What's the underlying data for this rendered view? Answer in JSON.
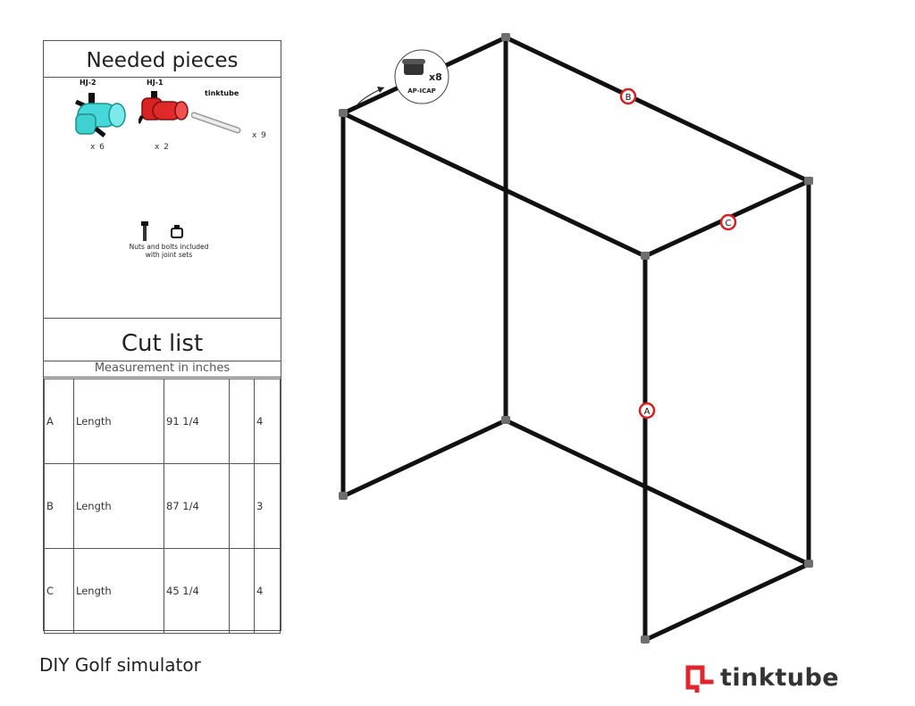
{
  "needed_pieces": {
    "title": "Needed pieces",
    "pieces": [
      {
        "label": "HJ-2",
        "qty": "x 6",
        "color": "#3fd6d6"
      },
      {
        "label": "HJ-1",
        "qty": "x 2",
        "color": "#d71f1f"
      },
      {
        "label": "tinktube",
        "qty": "x 9",
        "color": "#e0e0e0"
      }
    ],
    "nuts_note": "Nuts and bolts included with joint sets"
  },
  "cut_list": {
    "title": "Cut list",
    "measurement_note": "Measurement in inches",
    "rows": [
      {
        "id": "A",
        "type": "Length",
        "size": "91 1/4",
        "qty": "4"
      },
      {
        "id": "B",
        "type": "Length",
        "size": "87 1/4",
        "qty": "3"
      },
      {
        "id": "C",
        "type": "Length",
        "size": "45 1/4",
        "qty": "4"
      }
    ]
  },
  "diagram": {
    "cap_callout": {
      "qty": "x8",
      "label": "AP-ICAP"
    },
    "markers": [
      "B",
      "C",
      "A"
    ],
    "marker_color": "#d71f1f"
  },
  "footer": {
    "title": "DIY Golf simulator",
    "brand": "tinktube",
    "brand_color": "#e0262b"
  }
}
